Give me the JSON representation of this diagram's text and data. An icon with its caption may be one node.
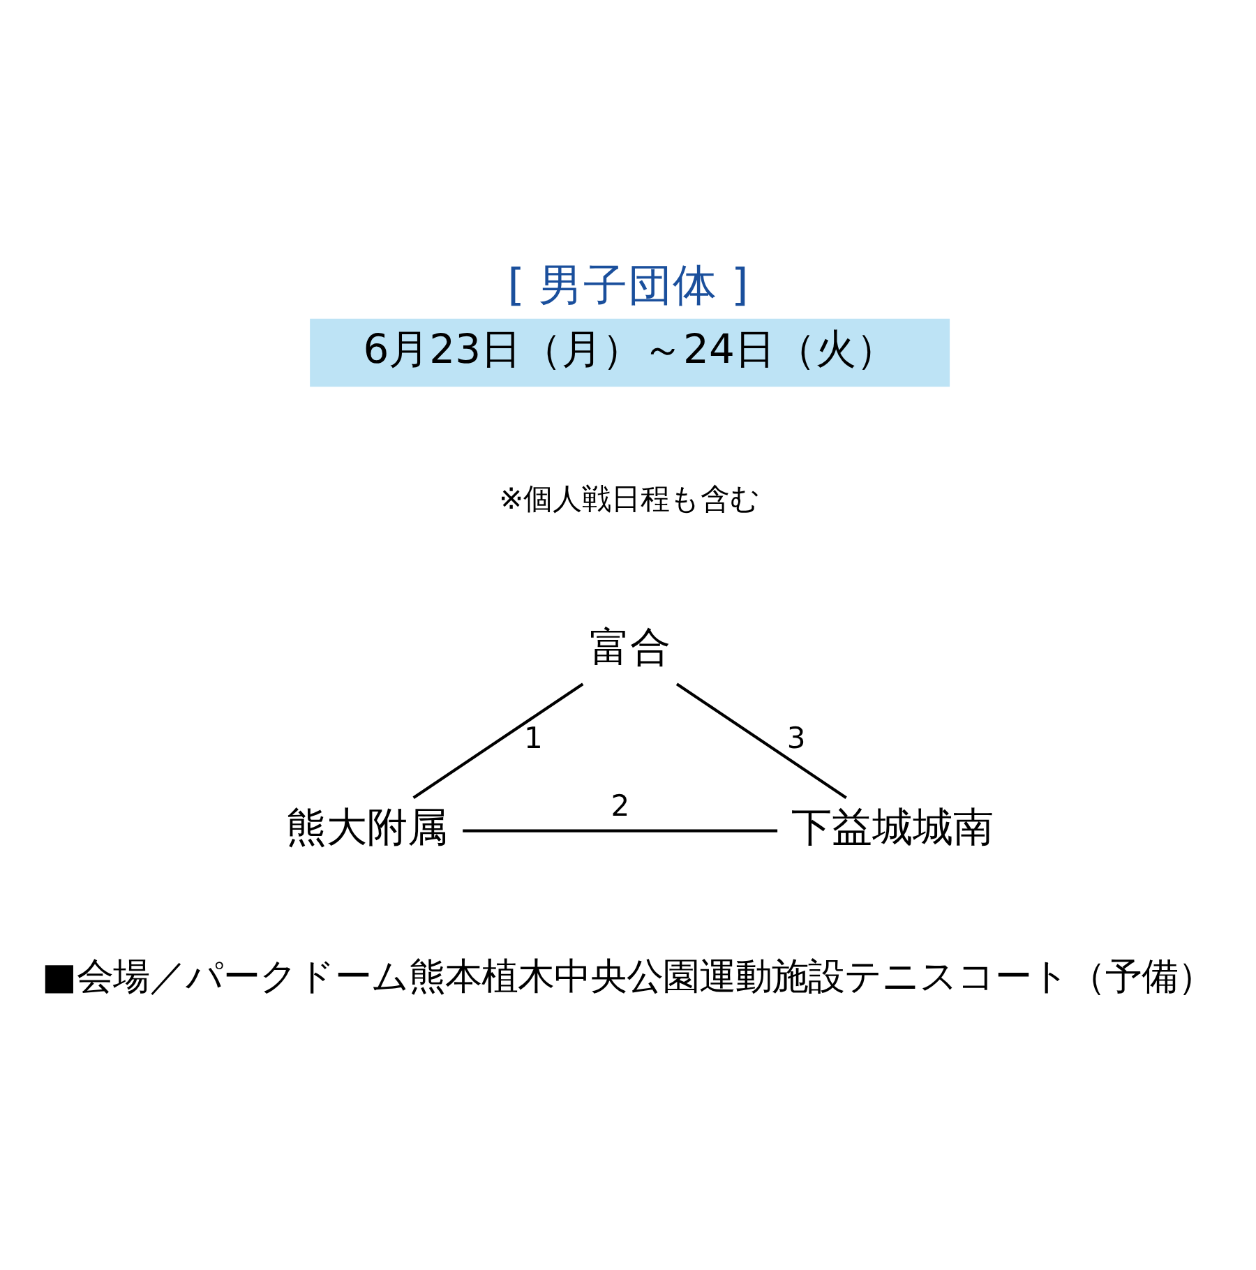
{
  "diagram": {
    "title": "[ 男子団体 ]",
    "nodes": [
      {
        "text": [
          "6月23日（月）～24日（火）"
        ]
      },
      {
        "text": [
          "富合"
        ]
      },
      {
        "text": [
          "熊大附属"
        ]
      },
      {
        "text": [
          "下益城城南"
        ]
      }
    ],
    "edges": [
      {
        "from": 1,
        "to": 2,
        "arrow": "none",
        "label": "1"
      },
      {
        "from": 2,
        "to": 3,
        "arrow": "none",
        "label": "2"
      },
      {
        "from": 1,
        "to": 3,
        "arrow": "none",
        "label": "3"
      }
    ],
    "labels": [
      "※個人戦日程も含む",
      "■会場／パークドーム熊本植木中央公園運動施設テニスコート（予備）"
    ]
  }
}
